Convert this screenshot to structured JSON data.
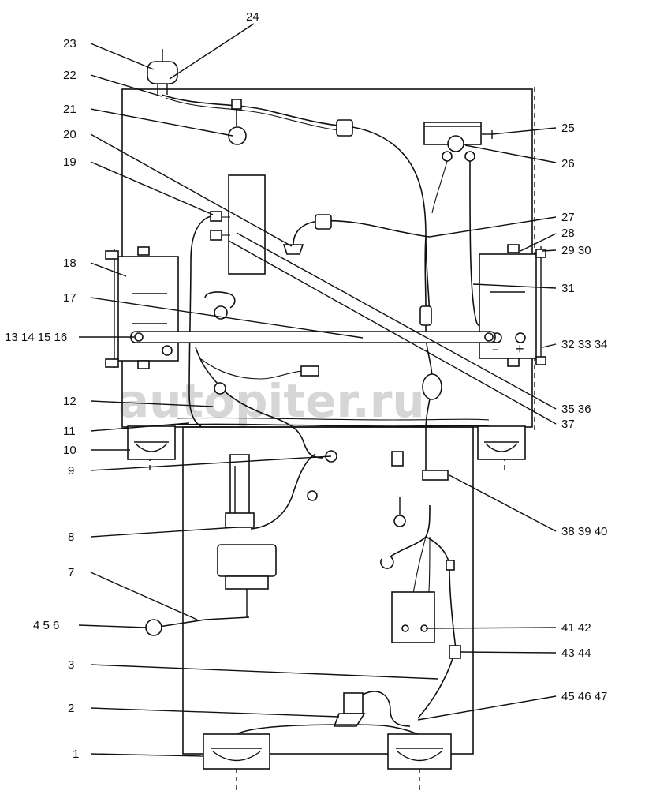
{
  "watermark": "autopiter.ru",
  "callouts": [
    {
      "id": "c24",
      "text": "24"
    },
    {
      "id": "c23",
      "text": "23"
    },
    {
      "id": "c22",
      "text": "22"
    },
    {
      "id": "c21",
      "text": "21"
    },
    {
      "id": "c20",
      "text": "20"
    },
    {
      "id": "c19",
      "text": "19"
    },
    {
      "id": "c18",
      "text": "18"
    },
    {
      "id": "c17",
      "text": "17"
    },
    {
      "id": "c13",
      "text": "13 14 15 16"
    },
    {
      "id": "c12",
      "text": "12"
    },
    {
      "id": "c11",
      "text": "11"
    },
    {
      "id": "c10",
      "text": "10"
    },
    {
      "id": "c9",
      "text": "9"
    },
    {
      "id": "c8",
      "text": "8"
    },
    {
      "id": "c7",
      "text": "7"
    },
    {
      "id": "c4",
      "text": "4  5  6"
    },
    {
      "id": "c3",
      "text": "3"
    },
    {
      "id": "c2",
      "text": "2"
    },
    {
      "id": "c1",
      "text": "1"
    },
    {
      "id": "c25",
      "text": "25"
    },
    {
      "id": "c26",
      "text": "26"
    },
    {
      "id": "c27",
      "text": "27"
    },
    {
      "id": "c28",
      "text": "28"
    },
    {
      "id": "c29",
      "text": "29  30"
    },
    {
      "id": "c31",
      "text": "31"
    },
    {
      "id": "c32",
      "text": "32  33  34"
    },
    {
      "id": "c35",
      "text": "35  36"
    },
    {
      "id": "c37",
      "text": "37"
    },
    {
      "id": "c38",
      "text": "38  39  40"
    },
    {
      "id": "c41",
      "text": "41  42"
    },
    {
      "id": "c43",
      "text": "43  44"
    },
    {
      "id": "c45",
      "text": "45  46  47"
    }
  ],
  "battery_symbols": {
    "minus": "−",
    "plus": "+"
  }
}
